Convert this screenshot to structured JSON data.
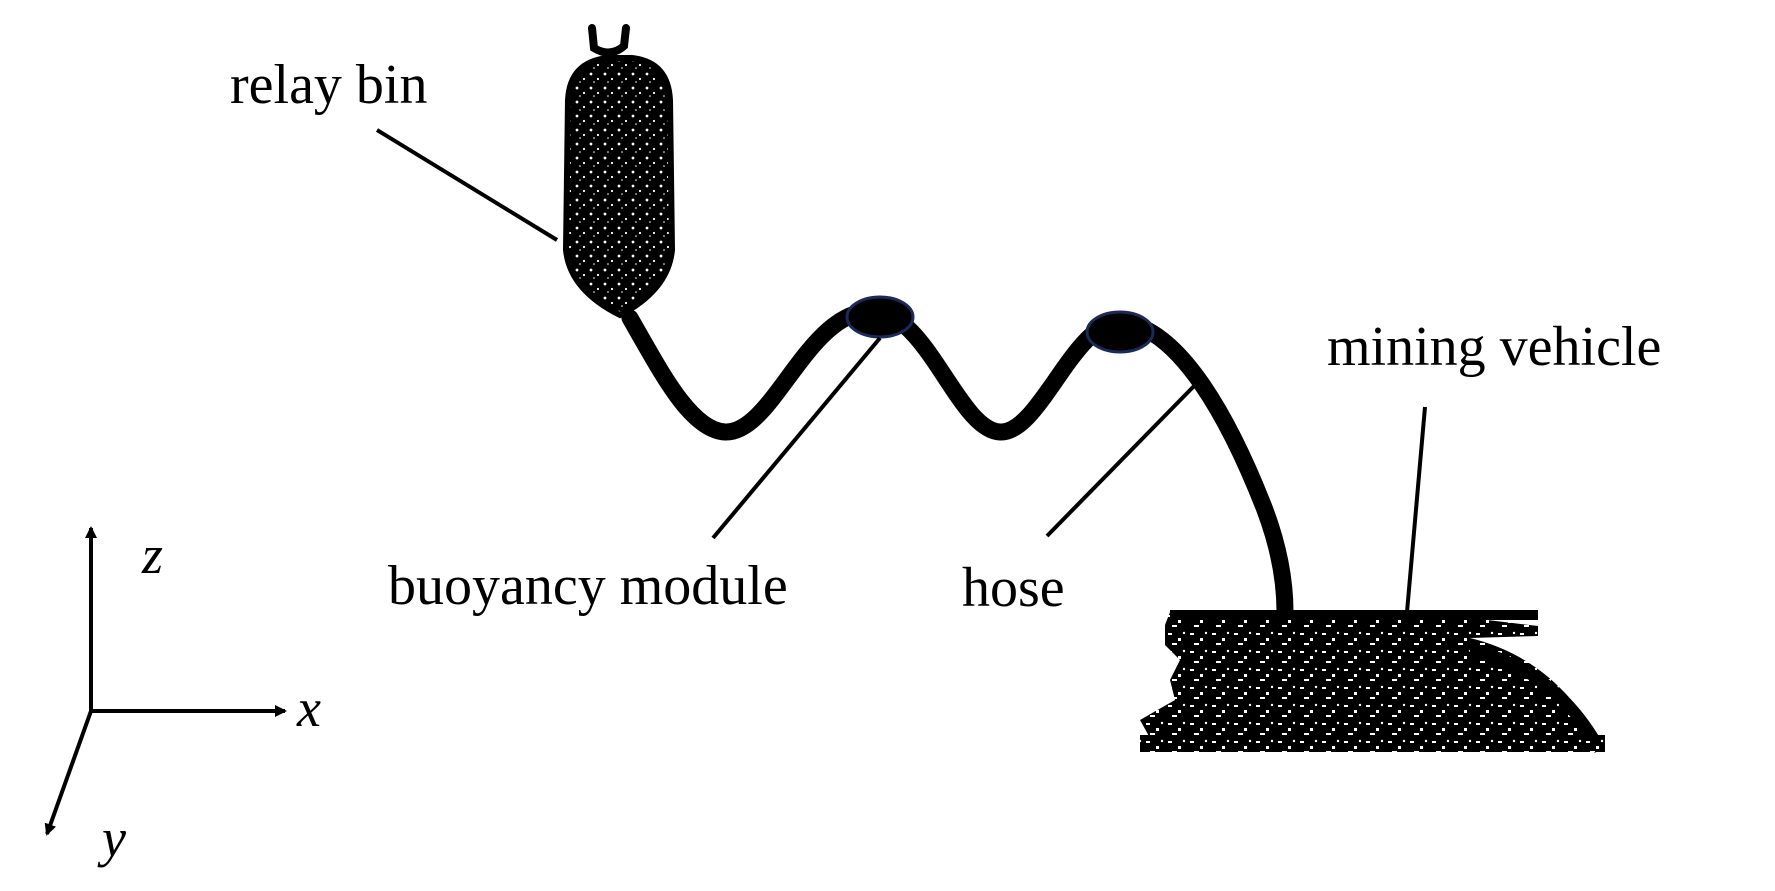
{
  "labels": {
    "relay_bin": "relay bin",
    "buoyancy_module": "buoyancy module",
    "hose": "hose",
    "mining_vehicle": "mining vehicle"
  },
  "axes": {
    "x": "x",
    "y": "y",
    "z": "z"
  },
  "colors": {
    "ink": "#000000",
    "module_outline": "#1a2a5a",
    "background": "#ffffff"
  }
}
